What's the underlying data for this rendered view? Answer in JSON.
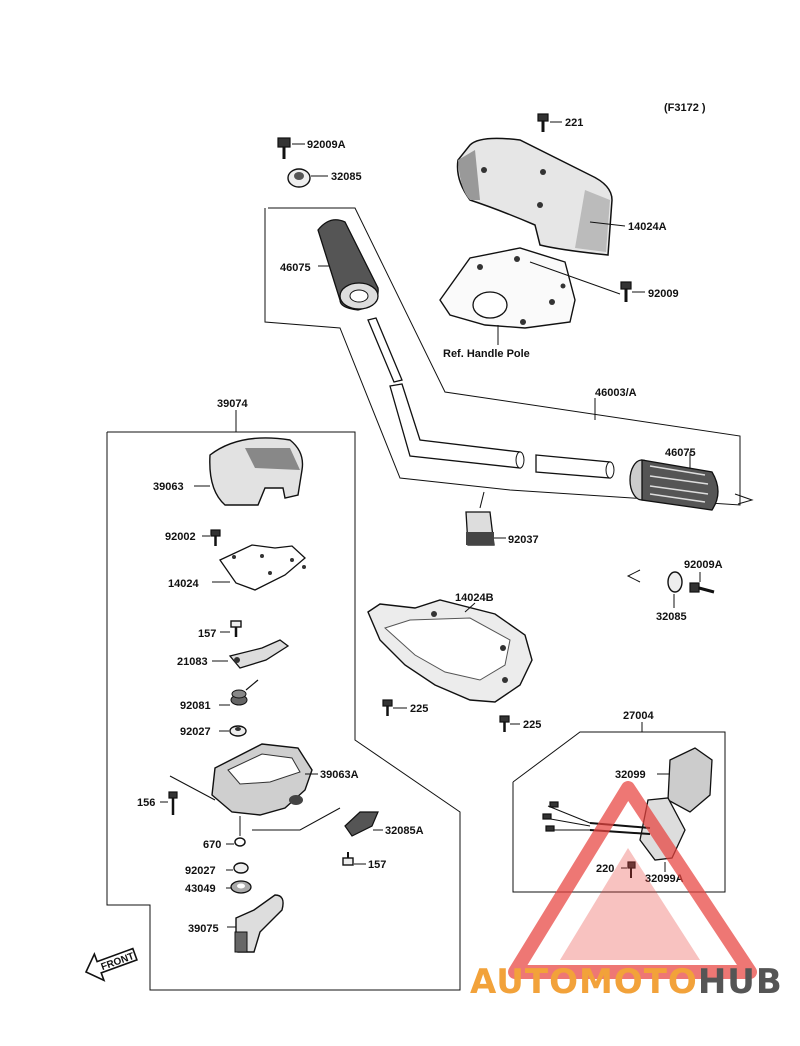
{
  "figure_code": "(F3172 )",
  "reference_note": "Ref. Handle Pole",
  "front_label": "FRONT",
  "watermark": {
    "part1": "AUTOMOTO",
    "part2": "HUB",
    "color1": "#f2a23a",
    "color2": "#555555",
    "triangle_color": "#e8433f"
  },
  "callouts": {
    "c221": "221",
    "c92009A_top": "92009A",
    "c32085_top": "32085",
    "c14024A": "14024A",
    "c46075_left": "46075",
    "c92009": "92009",
    "c46003A": "46003/A",
    "c46075_right": "46075",
    "c39074": "39074",
    "c39063": "39063",
    "c92002": "92002",
    "c14024": "14024",
    "c92037": "92037",
    "c92009A_right": "92009A",
    "c32085_right": "32085",
    "c14024B": "14024B",
    "c157_top": "157",
    "c21083": "21083",
    "c92081": "92081",
    "c225_left": "225",
    "c225_right": "225",
    "c27004": "27004",
    "c92027_top": "92027",
    "c39063A": "39063A",
    "c32099": "32099",
    "c156": "156",
    "c32085A": "32085A",
    "c670": "670",
    "c157_bottom": "157",
    "c220": "220",
    "c32099A": "32099A",
    "c92027_bottom": "92027",
    "c43049": "43049",
    "c39075": "39075"
  }
}
